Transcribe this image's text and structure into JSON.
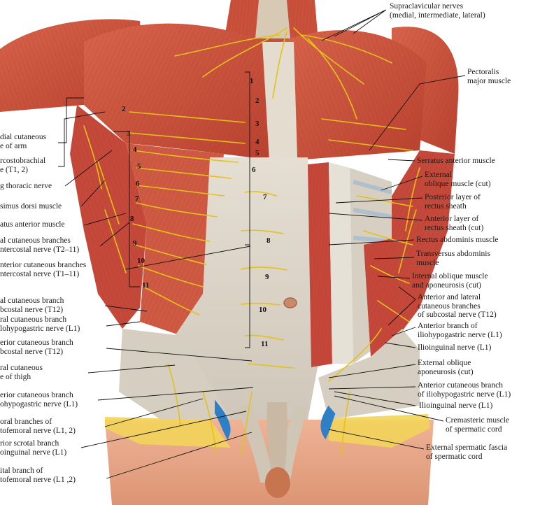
{
  "figure": {
    "right_labels": [
      {
        "key": "supraclavicular",
        "lines": [
          "Supraclavicular nerves",
          "(medial, intermediate, lateral)"
        ]
      },
      {
        "key": "pectoralis",
        "lines": [
          "Pectoralis",
          "major muscle"
        ]
      },
      {
        "key": "serratus_right",
        "lines": [
          "Serratus anterior muscle"
        ]
      },
      {
        "key": "ext_oblique",
        "lines": [
          "External",
          "oblique muscle (cut)"
        ]
      },
      {
        "key": "post_rectus",
        "lines": [
          "Posterior layer of",
          "rectus sheath"
        ]
      },
      {
        "key": "ant_rectus",
        "lines": [
          "Anterior layer of",
          "rectus sheath (cut)"
        ]
      },
      {
        "key": "rectus_abd",
        "lines": [
          "Rectus abdominis muscle"
        ]
      },
      {
        "key": "transversus",
        "lines": [
          "Transversus abdominis",
          "muscle"
        ]
      },
      {
        "key": "int_oblique",
        "lines": [
          "Internal oblique muscle",
          "and aponeurosis (cut)"
        ]
      },
      {
        "key": "ant_lat_cut",
        "lines": [
          "Anterior and lateral",
          "cutaneous branches",
          "of subcostal nerve (T12)"
        ]
      },
      {
        "key": "ant_iliohypo",
        "lines": [
          "Anterior branch of",
          "iliohypogastric nerve (L1)"
        ]
      },
      {
        "key": "ilioinguinal_1",
        "lines": [
          "Ilioinguinal nerve (L1)"
        ]
      },
      {
        "key": "ext_obl_apon",
        "lines": [
          "External oblique",
          "aponeurosis (cut)"
        ]
      },
      {
        "key": "ant_cut_iliohypo",
        "lines": [
          "Anterior cutaneous branch",
          "of iliohypogastric nerve (L1)"
        ]
      },
      {
        "key": "ilioinguinal_2",
        "lines": [
          "Ilioinguinal nerve (L1)"
        ]
      },
      {
        "key": "cremasteric",
        "lines": [
          "Cremasteric muscle",
          "of spermatic cord"
        ]
      },
      {
        "key": "ext_spermatic",
        "lines": [
          "External spermatic fascia",
          "of spermatic cord"
        ]
      }
    ],
    "left_labels": [
      {
        "key": "medial_cut_arm",
        "lines": [
          "dial cutaneous",
          "e of arm"
        ]
      },
      {
        "key": "intercostobrachial",
        "lines": [
          "rcostobrachial",
          "e (T1, 2)"
        ]
      },
      {
        "key": "long_thoracic",
        "lines": [
          "g thoracic nerve"
        ]
      },
      {
        "key": "latissimus",
        "lines": [
          "simus dorsi muscle"
        ]
      },
      {
        "key": "serratus_left",
        "lines": [
          "atus anterior muscle"
        ]
      },
      {
        "key": "lat_cut_branches",
        "lines": [
          "al cutaneous branches",
          "ntercostal nerve (T2–11)"
        ]
      },
      {
        "key": "ant_cut_branches",
        "lines": [
          "nterior cutaneous branches",
          "ntercostal nerve (T1–11)"
        ]
      },
      {
        "key": "lat_cut_subcostal",
        "lines": [
          "al cutaneous branch",
          "bcostal nerve (T12)"
        ]
      },
      {
        "key": "lat_cut_iliohypo",
        "lines": [
          "ral cutaneous branch",
          "lohypogastric nerve (L1)"
        ]
      },
      {
        "key": "ant_cut_subcostal",
        "lines": [
          "erior cutaneous branch",
          "bcostal nerve (T12)"
        ]
      },
      {
        "key": "lat_cut_thigh",
        "lines": [
          "ral cutaneous",
          "e of thigh"
        ]
      },
      {
        "key": "ant_cut_iliohypo_l",
        "lines": [
          "erior cutaneous branch",
          "ohypogastric nerve (L1)"
        ]
      },
      {
        "key": "femoral_branches",
        "lines": [
          "oral branches of",
          "tofemoral nerve (L1, 2)"
        ]
      },
      {
        "key": "ant_scrotal",
        "lines": [
          "rior scrotal branch",
          "oinguinal nerve (L1)"
        ]
      },
      {
        "key": "genital_branch",
        "lines": [
          "ital branch of",
          "tofemoral nerve (L1 ,2)"
        ]
      }
    ],
    "left_segments": [
      "2",
      "3",
      "4",
      "5",
      "6",
      "7",
      "8",
      "9",
      "10",
      "11"
    ],
    "mid_segments": [
      "1",
      "2",
      "3",
      "4",
      "5",
      "6",
      "7",
      "8",
      "9",
      "10",
      "11"
    ],
    "colors": {
      "muscle": "#c9503a",
      "muscle_dark": "#a8382a",
      "muscle_light": "#e07c63",
      "fascia": "#d9d3c9",
      "fascia_light": "#ece7dc",
      "skin": "#e9a989",
      "nerve": "#e3c21a",
      "vein": "#2f7fc4",
      "fat": "#f0d24a",
      "leader": "#111111",
      "background": "#ffffff"
    }
  }
}
